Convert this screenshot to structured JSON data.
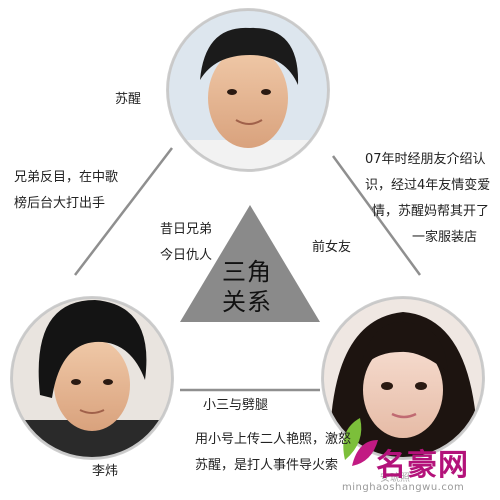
{
  "persons": {
    "top": {
      "name": "苏醒"
    },
    "left": {
      "name": "李炜"
    },
    "right": {
      "name": "安琥照"
    }
  },
  "center": {
    "line1": "三角",
    "line2": "关系"
  },
  "relations": {
    "top_left": {
      "lines": [
        "兄弟反目，在中歌",
        "榜后台大打出手"
      ]
    },
    "top_left_inner": {
      "lines": [
        "昔日兄弟",
        "今日仇人"
      ]
    },
    "top_right": {
      "lines": [
        "07年时经朋友介绍认",
        "识，经过4年友情变爱",
        "情，苏醒妈帮其开了",
        "一家服装店"
      ]
    },
    "top_right_inner": {
      "label": "前女友"
    },
    "bottom_inner": {
      "label": "小三与劈腿"
    },
    "bottom": {
      "lines": [
        "用小号上传二人艳照，激怒",
        "苏醒，是打人事件导火索"
      ]
    }
  },
  "watermark": {
    "logo": "名豪网",
    "url": "minghaoshangwu.com"
  },
  "colors": {
    "triangle": "#8a8a8a",
    "lines": "#8f8f8f",
    "circle_ring": "#c9c9c9",
    "watermark": "#b3127a"
  }
}
